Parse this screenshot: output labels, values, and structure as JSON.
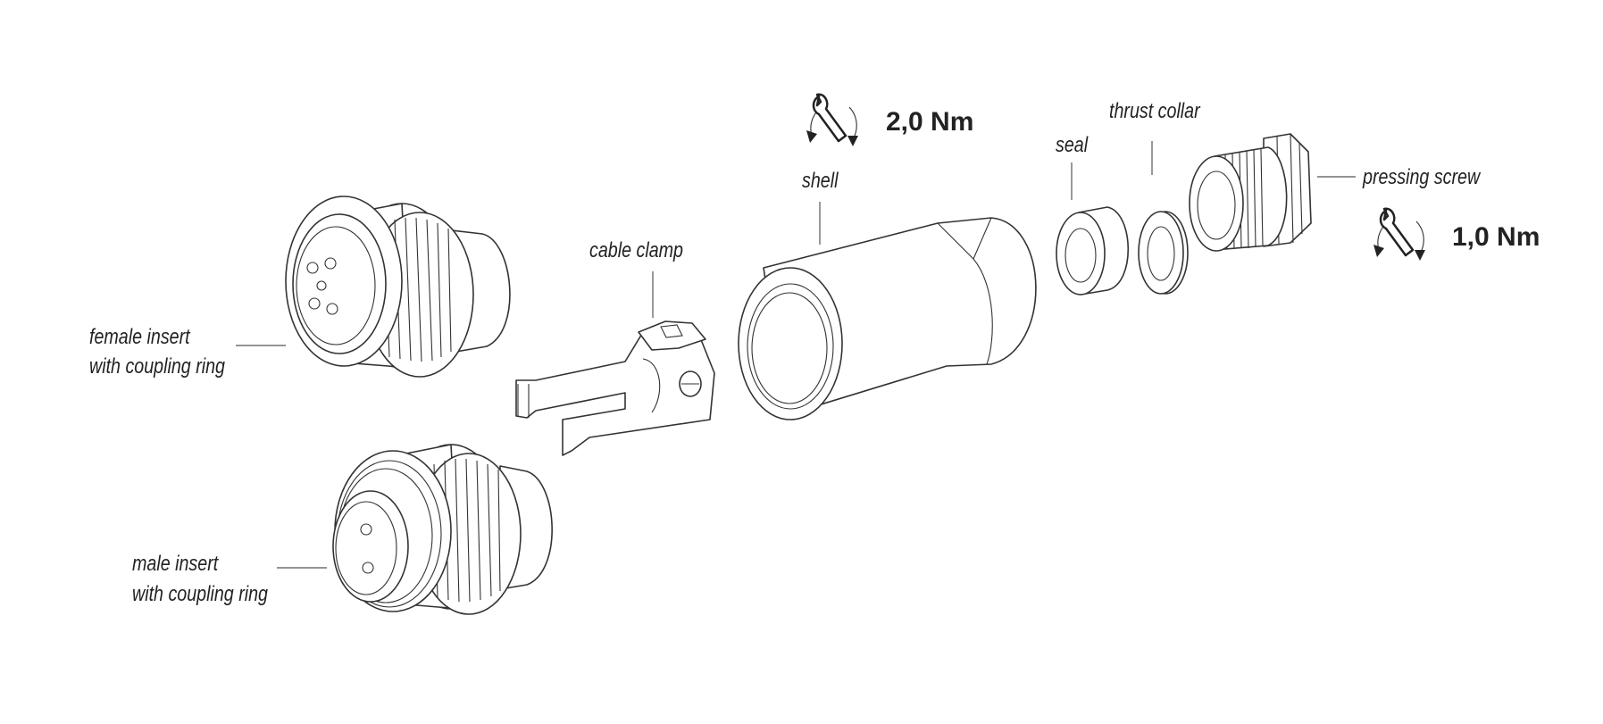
{
  "labels": {
    "female_insert_line1": "female insert",
    "female_insert_line2": "with coupling ring",
    "male_insert_line1": "male insert",
    "male_insert_line2": "with coupling ring",
    "cable_clamp": "cable clamp",
    "shell": "shell",
    "seal": "seal",
    "thrust_collar": "thrust collar",
    "pressing_screw": "pressing screw"
  },
  "torque": {
    "shell": "2,0 Nm",
    "pressing_screw": "1,0 Nm"
  },
  "icons": [
    "wrench-torque-icon",
    "wrench-torque-icon"
  ],
  "colors": {
    "line": "#333333",
    "text": "#222222",
    "background": "#ffffff"
  }
}
